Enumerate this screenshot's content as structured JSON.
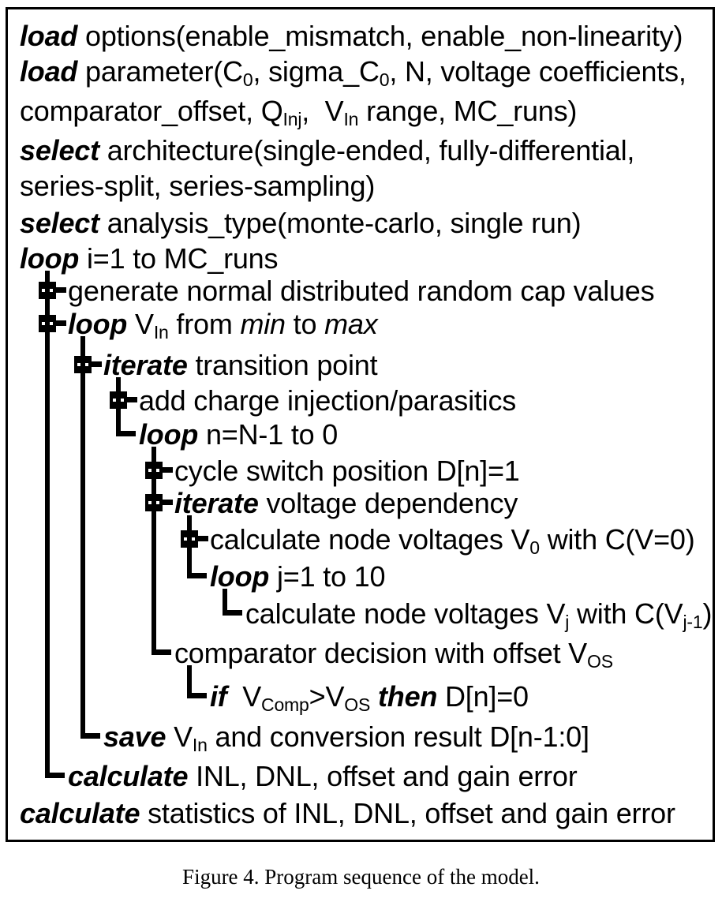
{
  "figure": {
    "caption": "Figure 4. Program sequence of the model.",
    "colors": {
      "ink": "#000000",
      "paper": "#ffffff"
    },
    "program": {
      "lines": [
        {
          "depth": 0,
          "connector": "none",
          "segments": [
            {
              "style": "kw",
              "text": "load"
            },
            {
              "style": "t",
              "text": " options(enable_mismatch, enable_non-linearity)"
            }
          ]
        },
        {
          "depth": 0,
          "connector": "none",
          "segments": [
            {
              "style": "kw",
              "text": "load"
            },
            {
              "style": "t",
              "text": " parameter(C"
            },
            {
              "style": "sub",
              "text": "0"
            },
            {
              "style": "t",
              "text": ", sigma_C"
            },
            {
              "style": "sub",
              "text": "0"
            },
            {
              "style": "t",
              "text": ", N, voltage coefficients,"
            }
          ]
        },
        {
          "depth": 0,
          "connector": "none",
          "segments": [
            {
              "style": "t",
              "text": "comparator_offset, Q"
            },
            {
              "style": "sub",
              "text": "Inj"
            },
            {
              "style": "t",
              "text": ",  V"
            },
            {
              "style": "sub",
              "text": "In"
            },
            {
              "style": "t",
              "text": " range, MC_runs)"
            }
          ]
        },
        {
          "depth": 0,
          "connector": "none",
          "segments": [
            {
              "style": "kw",
              "text": "select"
            },
            {
              "style": "t",
              "text": " architecture(single-ended, fully-differential,"
            }
          ]
        },
        {
          "depth": 0,
          "connector": "none",
          "segments": [
            {
              "style": "t",
              "text": "series-split, series-sampling)"
            }
          ]
        },
        {
          "depth": 0,
          "connector": "none",
          "segments": [
            {
              "style": "kw",
              "text": "select"
            },
            {
              "style": "t",
              "text": " analysis_type(monte-carlo, single run)"
            }
          ]
        },
        {
          "depth": 0,
          "connector": "none",
          "segments": [
            {
              "style": "kw",
              "text": "loop"
            },
            {
              "style": "t",
              "text": " i=1 to MC_runs"
            }
          ]
        },
        {
          "depth": 1,
          "connector": "plus",
          "segments": [
            {
              "style": "t",
              "text": "generate normal distributed random cap values"
            }
          ]
        },
        {
          "depth": 1,
          "connector": "plus",
          "segments": [
            {
              "style": "kw",
              "text": "loop"
            },
            {
              "style": "t",
              "text": " V"
            },
            {
              "style": "sub",
              "text": "In"
            },
            {
              "style": "t",
              "text": " from "
            },
            {
              "style": "it",
              "text": "min"
            },
            {
              "style": "t",
              "text": " to "
            },
            {
              "style": "it",
              "text": "max"
            }
          ]
        },
        {
          "depth": 2,
          "connector": "plus",
          "segments": [
            {
              "style": "kw",
              "text": "iterate"
            },
            {
              "style": "t",
              "text": " transition point"
            }
          ]
        },
        {
          "depth": 3,
          "connector": "plus",
          "segments": [
            {
              "style": "t",
              "text": "add charge injection/parasitics"
            }
          ]
        },
        {
          "depth": 3,
          "connector": "elbow",
          "segments": [
            {
              "style": "kw",
              "text": "loop"
            },
            {
              "style": "t",
              "text": " n=N-1 to 0"
            }
          ]
        },
        {
          "depth": 4,
          "connector": "plus",
          "segments": [
            {
              "style": "t",
              "text": "cycle switch position D[n]=1"
            }
          ]
        },
        {
          "depth": 4,
          "connector": "plus",
          "segments": [
            {
              "style": "kw",
              "text": "iterate"
            },
            {
              "style": "t",
              "text": " voltage dependency"
            }
          ]
        },
        {
          "depth": 5,
          "connector": "plus",
          "segments": [
            {
              "style": "t",
              "text": "calculate node voltages V"
            },
            {
              "style": "sub",
              "text": "0"
            },
            {
              "style": "t",
              "text": " with C(V=0)"
            }
          ]
        },
        {
          "depth": 5,
          "connector": "elbow",
          "segments": [
            {
              "style": "kw",
              "text": "loop"
            },
            {
              "style": "t",
              "text": " j=1 to 10"
            }
          ]
        },
        {
          "depth": 6,
          "connector": "elbow",
          "segments": [
            {
              "style": "t",
              "text": "calculate node voltages V"
            },
            {
              "style": "sub",
              "text": "j"
            },
            {
              "style": "t",
              "text": " with C(V"
            },
            {
              "style": "sub",
              "text": "j-1"
            },
            {
              "style": "t",
              "text": ")"
            }
          ]
        },
        {
          "depth": 4,
          "connector": "elbow",
          "segments": [
            {
              "style": "t",
              "text": "comparator decision with offset V"
            },
            {
              "style": "sub",
              "text": "OS"
            }
          ]
        },
        {
          "depth": 5,
          "connector": "elbow",
          "segments": [
            {
              "style": "kw",
              "text": "if"
            },
            {
              "style": "t",
              "text": "  V"
            },
            {
              "style": "sub",
              "text": "Comp"
            },
            {
              "style": "t",
              "text": ">V"
            },
            {
              "style": "sub",
              "text": "OS"
            },
            {
              "style": "t",
              "text": " "
            },
            {
              "style": "kw",
              "text": "then"
            },
            {
              "style": "t",
              "text": " D[n]=0"
            }
          ]
        },
        {
          "depth": 2,
          "connector": "elbow",
          "segments": [
            {
              "style": "kw",
              "text": "save"
            },
            {
              "style": "t",
              "text": " V"
            },
            {
              "style": "sub",
              "text": "In"
            },
            {
              "style": "t",
              "text": " and conversion result D[n-1:0]"
            }
          ]
        },
        {
          "depth": 1,
          "connector": "elbow",
          "segments": [
            {
              "style": "kw",
              "text": "calculate"
            },
            {
              "style": "t",
              "text": " INL, DNL, offset and gain error"
            }
          ]
        },
        {
          "depth": 0,
          "connector": "none",
          "segments": [
            {
              "style": "kw",
              "text": "calculate"
            },
            {
              "style": "t",
              "text": " statistics of INL, DNL, offset and gain error"
            }
          ]
        }
      ]
    }
  }
}
